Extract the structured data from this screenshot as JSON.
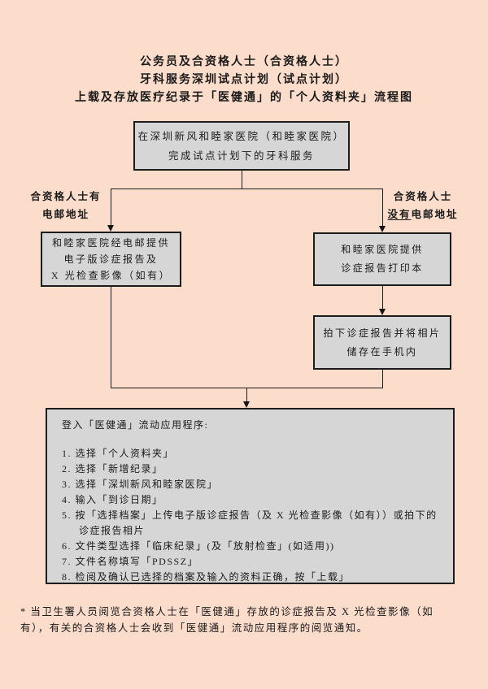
{
  "page": {
    "bg_color": "#fcdccb",
    "box_fill": "#d6d6d6",
    "border_color": "#1c1c1c"
  },
  "title": {
    "line1": "公务员及合资格人士（合资格人士）",
    "line2": "牙科服务深圳试点计划（试点计划）",
    "line3": "上载及存放医疗纪录于「医健通」的「个人资料夹」流程图"
  },
  "flowchart": {
    "box_service": {
      "line1": "在深圳新风和睦家医院（和睦家医院）",
      "line2": "完成试点计划下的牙科服务"
    },
    "branch_left_label": {
      "line1": "合资格人士有",
      "line2": "电邮地址"
    },
    "branch_right_label": {
      "line1": "合资格人士",
      "line2_underlined": "没有",
      "line2_rest": "电邮地址"
    },
    "box_email": {
      "line1": "和睦家医院经电邮提供",
      "line2": "电子版诊症报告及",
      "line3": "X 光检查影像（如有）"
    },
    "box_print": {
      "line1": "和睦家医院提供",
      "line2": "诊症报告打印本"
    },
    "box_photo": {
      "line1": "拍下诊症报告并将相片",
      "line2": "储存在手机内"
    },
    "box_app": {
      "header": "登入「医健通」流动应用程序:",
      "steps": [
        "1. 选择「个人资料夹」",
        "2. 选择「新增纪录」",
        "3. 选择「深圳新风和睦家医院」",
        "4. 输入「到诊日期」",
        "5. 按「选择档案」上传电子版诊症报告（及 X 光检查影像（如有））或拍下的",
        "诊症报告相片",
        "6. 文件类型选择「临床纪录」(及「放射检查」(如适用))",
        "7. 文件名称填写「PDSSZ」",
        "8. 检阅及确认已选择的档案及输入的资料正确，按「上载」"
      ]
    }
  },
  "footnote": {
    "line1": "* 当卫生署人员阅览合资格人士在「医健通」存放的诊症报告及 X 光检查影像（如",
    "line2": "有），有关的合资格人士会收到「医健通」流动应用程序的阅览通知。"
  }
}
